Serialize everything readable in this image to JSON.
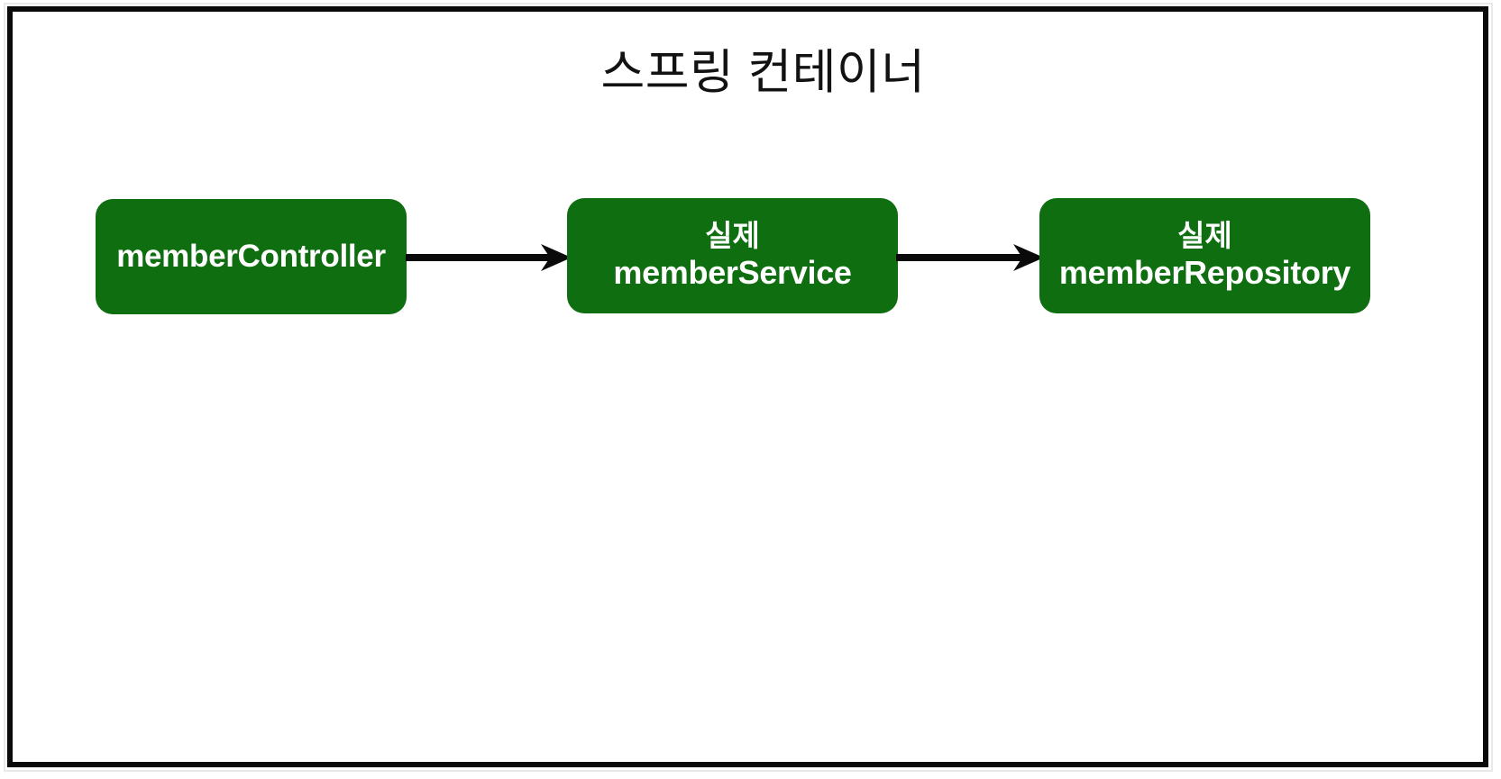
{
  "diagram": {
    "title": "스프링 컨테이너",
    "frame": {
      "border_color": "#0a0a0a",
      "background": "#ffffff"
    },
    "bean_color": "#0f6e10",
    "bean_text_color": "#ffffff",
    "arrow_color": "#0a0a0a",
    "nodes": [
      {
        "id": "memberController",
        "qualifier": "",
        "name": "memberController",
        "lines": 1
      },
      {
        "id": "memberService",
        "qualifier": "실제",
        "name": "memberService",
        "lines": 2
      },
      {
        "id": "memberRepository",
        "qualifier": "실제",
        "name": "memberRepository",
        "lines": 2
      }
    ],
    "edges": [
      {
        "id": "controller-to-service",
        "from": "memberController",
        "to": "memberService",
        "style": "solid-arrow"
      },
      {
        "id": "service-to-repository",
        "from": "memberService",
        "to": "memberRepository",
        "style": "solid-arrow"
      }
    ]
  }
}
